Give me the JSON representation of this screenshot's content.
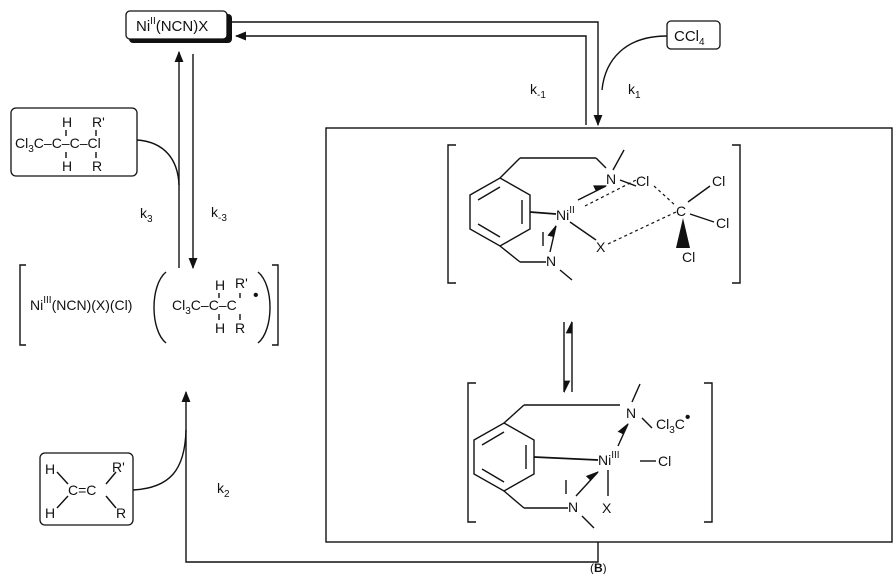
{
  "nodes": {
    "ni_ii": {
      "base": "Ni",
      "sup": "II",
      "rest": "(NCN)X"
    },
    "ccl4": {
      "base": "CCl",
      "sub": "4"
    },
    "haloalkane": {
      "line1_h": "H",
      "line1_r": "R'",
      "cl3c": "Cl",
      "cl3c_sub": "3",
      "chain": "C–C–C–Cl",
      "line3_h": "H",
      "line3_r": "R"
    },
    "ni_iii_complex": {
      "base": "Ni",
      "sup": "III",
      "rest": "(NCN)(X)(Cl)",
      "cl3c": "Cl",
      "cl3c_sub": "3",
      "chain": "C–C–C",
      "radical": "•",
      "h_top": "H",
      "r_top": "R'",
      "h_bot": "H",
      "r_bot": "R"
    },
    "alkene": {
      "h_top": "H",
      "h_bot": "H",
      "center": "C=C",
      "r_top": "R'",
      "r_bot": "R"
    },
    "upper_complex": {
      "n": "N",
      "cl1": "Cl",
      "cl2": "Cl",
      "cl3": "Cl",
      "cl4": "Cl",
      "c": "C",
      "ni": "Ni",
      "ni_sup": "II",
      "x": "X",
      "n2": "N"
    },
    "lower_complex": {
      "n": "N",
      "cl3c": "Cl",
      "cl3c_sub": "3",
      "cl3c_c": "C",
      "radical": "•",
      "ni": "Ni",
      "ni_sup": "III",
      "cl": "Cl",
      "x": "X",
      "n2": "N"
    }
  },
  "rate_labels": {
    "k1": {
      "base": "k",
      "sub": "1"
    },
    "k_minus1": {
      "base": "k",
      "sub": "-1"
    },
    "k3": {
      "base": "k",
      "sub": "3"
    },
    "k_minus3": {
      "base": "k",
      "sub": "-3"
    },
    "k2": {
      "base": "k",
      "sub": "2"
    }
  },
  "label_b": {
    "open": "(",
    "letter": "B",
    "close": ")"
  }
}
